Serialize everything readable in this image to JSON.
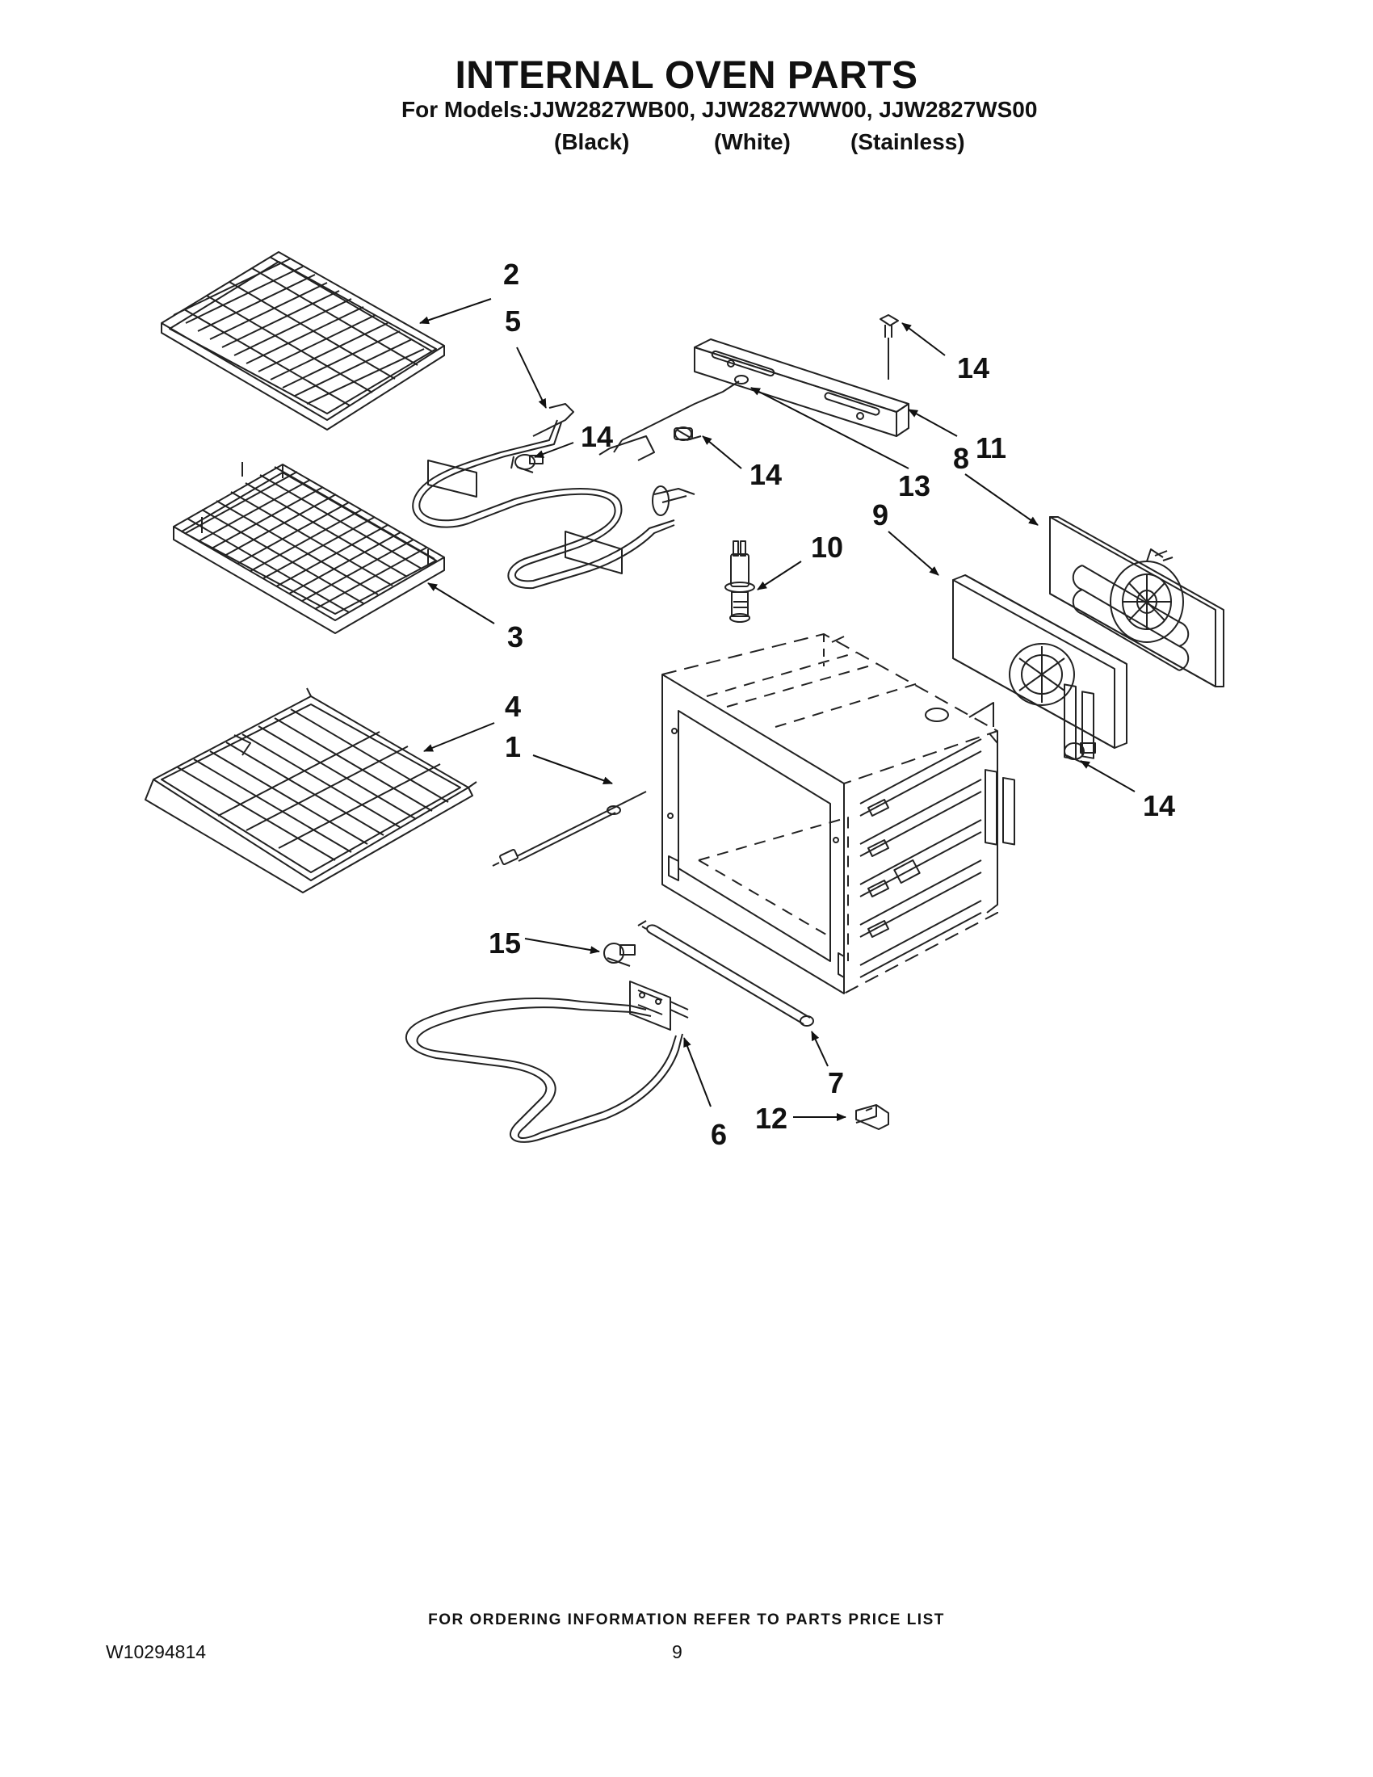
{
  "header": {
    "title": "INTERNAL OVEN PARTS",
    "subtitle": "For Models:JJW2827WB00, JJW2827WW00, JJW2827WS00",
    "variants": [
      "(Black)",
      "(White)",
      "(Stainless)"
    ]
  },
  "callouts": {
    "c1": "1",
    "c2": "2",
    "c3": "3",
    "c4": "4",
    "c5": "5",
    "c6": "6",
    "c7": "7",
    "c8": "8",
    "c9": "9",
    "c10": "10",
    "c11": "11",
    "c12": "12",
    "c13": "13",
    "c14a": "14",
    "c14b": "14",
    "c14c": "14",
    "c14d": "14",
    "c15": "15"
  },
  "footer": {
    "note": "FOR ORDERING INFORMATION REFER TO PARTS PRICE LIST",
    "doc_number": "W10294814",
    "page_number": "9"
  }
}
